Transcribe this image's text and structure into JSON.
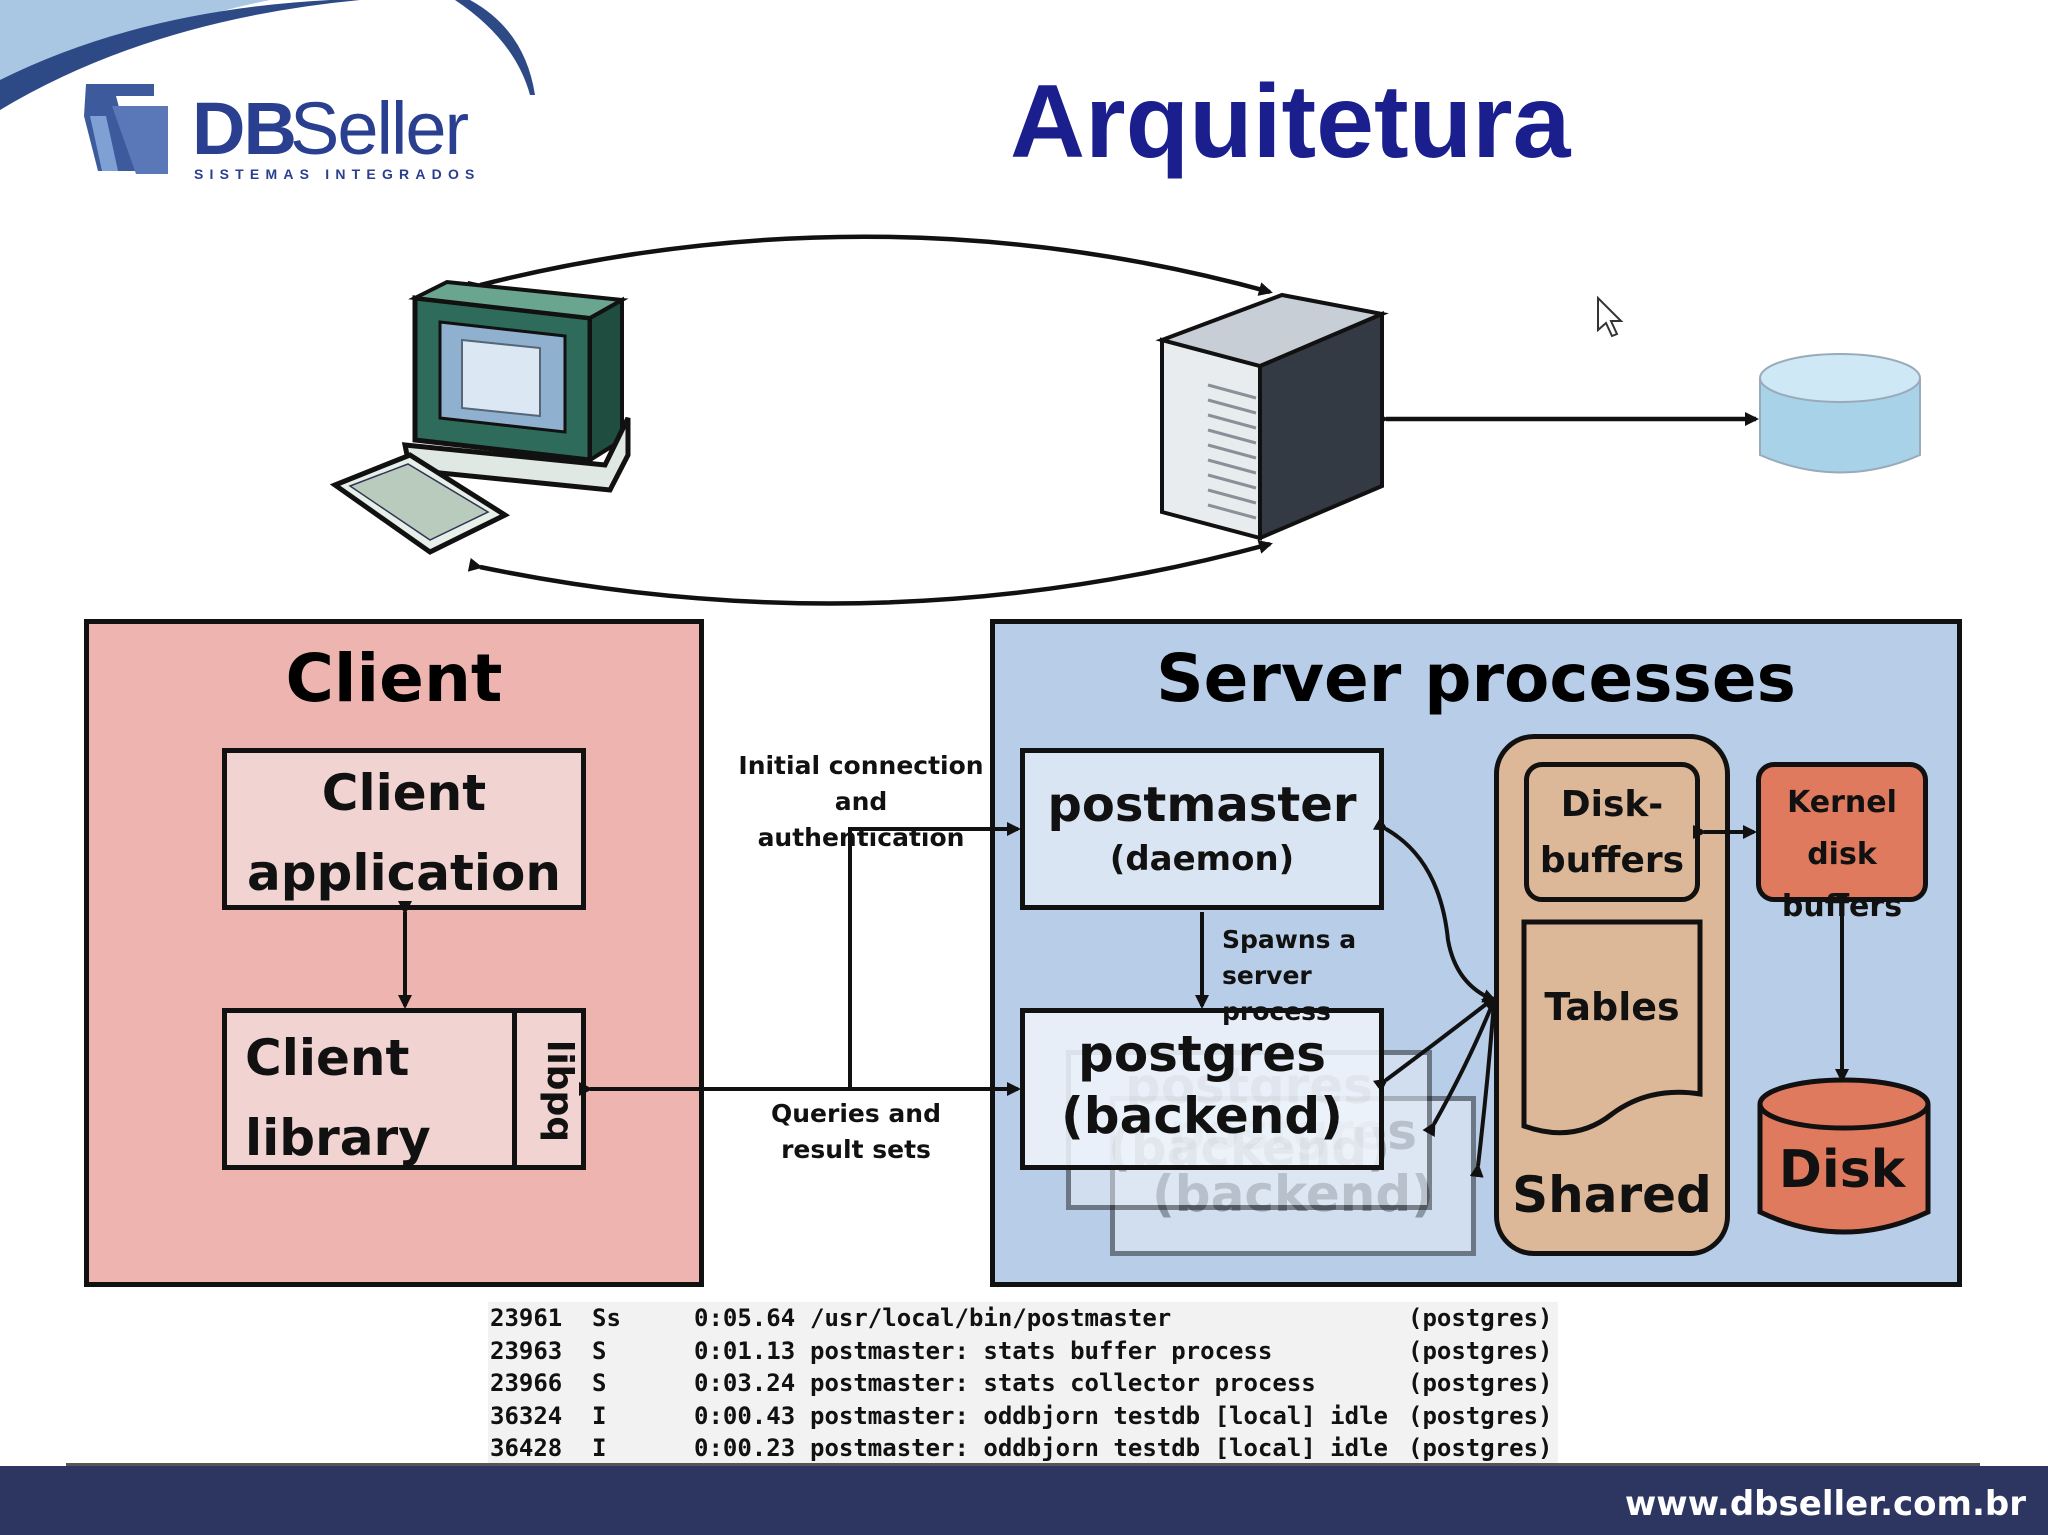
{
  "slide": {
    "title": "Arquitetura",
    "brand": {
      "name_bold": "DB",
      "name_regular": "Seller",
      "tagline": "SISTEMAS INTEGRADOS"
    },
    "footer_url": "www.dbseller.com.br"
  },
  "diagram": {
    "client_panel": {
      "title": "Client",
      "app_line1": "Client",
      "app_line2": "application",
      "lib_line1": "Client",
      "lib_line2": "library",
      "libpq": "libpq"
    },
    "server_panel": {
      "title": "Server processes",
      "postmaster": "postmaster",
      "daemon": "(daemon)",
      "backend_line1": "postgres",
      "backend_line2": "(backend)",
      "disk_buffers_line1": "Disk-",
      "disk_buffers_line2": "buffers",
      "tables": "Tables",
      "shared": "Shared",
      "kernel_line1": "Kernel disk",
      "kernel_line2": "buffers",
      "disk": "Disk"
    },
    "edges": {
      "initial_line1": "Initial connection",
      "initial_line2": "and authentication",
      "spawn_line1": "Spawns a",
      "spawn_line2": "server process",
      "queries_line1": "Queries and",
      "queries_line2": "result sets"
    }
  },
  "colors": {
    "title": "#1b1f8e",
    "client_panel": "#eeb4b0",
    "server_panel": "#b8cde8",
    "shared": "#ddb898",
    "kernel_disk": "#e07a5e",
    "footer": "#2d3561"
  },
  "process_list": [
    {
      "pid": "23961",
      "stat": "Ss",
      "time": "0:05.64",
      "command": "/usr/local/bin/postmaster",
      "user": "(postgres)"
    },
    {
      "pid": "23963",
      "stat": "S",
      "time": "0:01.13",
      "command": "postmaster: stats buffer process",
      "user": "(postgres)"
    },
    {
      "pid": "23966",
      "stat": "S",
      "time": "0:03.24",
      "command": "postmaster: stats collector process",
      "user": "(postgres)"
    },
    {
      "pid": "36324",
      "stat": "I",
      "time": "0:00.43",
      "command": "postmaster: oddbjorn testdb [local] idle",
      "user": "(postgres)"
    },
    {
      "pid": "36428",
      "stat": "I",
      "time": "0:00.23",
      "command": "postmaster: oddbjorn testdb [local] idle",
      "user": "(postgres)"
    }
  ]
}
